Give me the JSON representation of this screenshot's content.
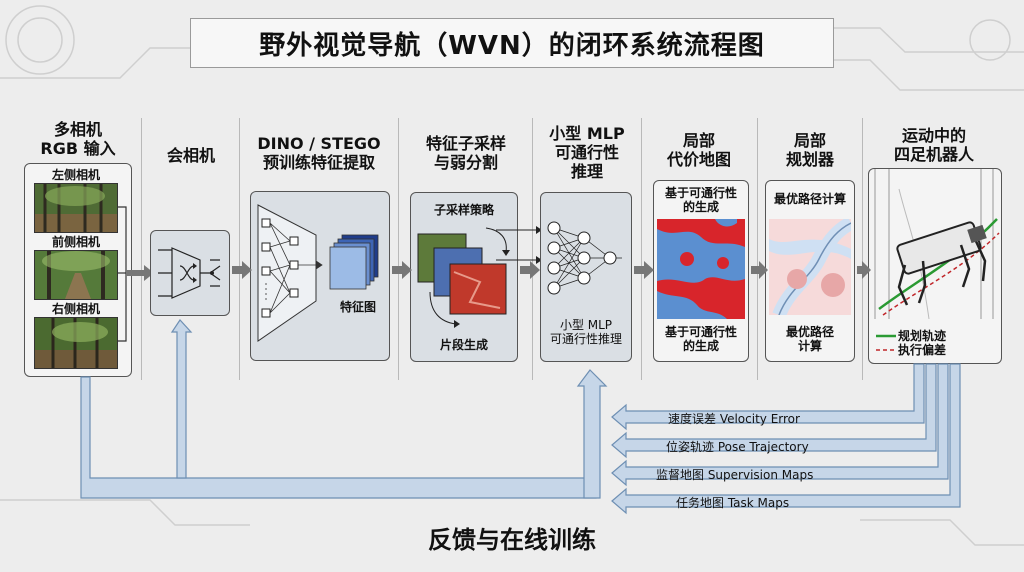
{
  "title": "野外视觉导航（WVN）的闭环系统流程图",
  "footer": "反馈与在线训练",
  "stages": {
    "cameras": {
      "header": "多相机\nRGB 输入",
      "left": "左侧相机",
      "front": "前侧相机",
      "right": "右侧相机"
    },
    "merge": {
      "header": "会相机"
    },
    "backbone": {
      "header": "DINO / STEGO\n预训练特征提取",
      "featmap": "特征图"
    },
    "sampling": {
      "header": "特征子采样\n与弱分割",
      "top": "子采样策略",
      "bottom": "片段生成"
    },
    "mlp": {
      "header": "小型 MLP\n可通行性\n推理",
      "bottom": "小型 MLP\n可通行性推理"
    },
    "costmap": {
      "header": "局部\n代价地图",
      "top": "基于可通行性\n的生成",
      "bottom": "基于可通行性\n的生成"
    },
    "planner": {
      "header": "局部\n规划器",
      "top": "最优路径计算",
      "bottom": "最优路径\n计算"
    },
    "robot": {
      "header": "运动中的\n四足机器人",
      "legend_plan": "规划轨迹",
      "legend_exec": "执行偏差"
    }
  },
  "feedback": [
    "速度误差 Velocity Error",
    "位姿轨迹 Pose Trajectory",
    "监督地图 Supervision Maps",
    "任务地图 Task Maps"
  ],
  "colors": {
    "feedback_fill": "#c6d6e8",
    "feedback_stroke": "#6e8fb3",
    "traversable_blue": "#5b8fd0",
    "cost_red": "#d8252b",
    "plan_green": "#2a9a33",
    "exec_red": "#c0262a"
  }
}
